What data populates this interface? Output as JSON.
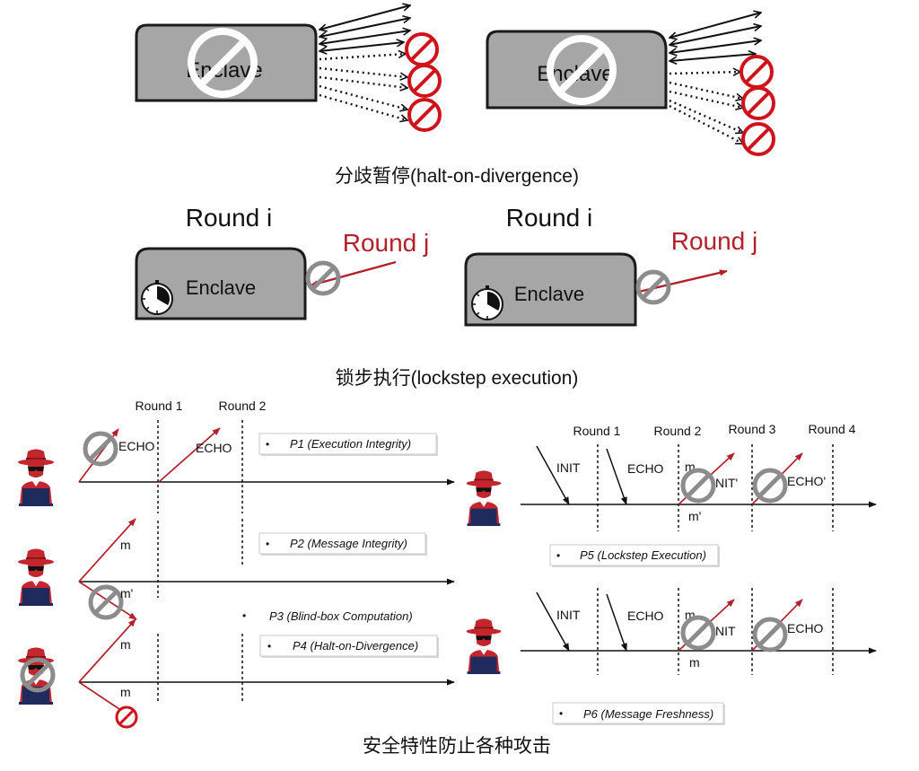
{
  "colors": {
    "enclave_fill": "#a6a6a6",
    "enclave_stroke": "#1a1a1a",
    "attack_red": "#b3202a",
    "prohibit_red": "#d0121b",
    "prohibit_gray": "#8c8c8c",
    "hacker_red": "#c4262e",
    "laptop_navy": "#1e2b5c"
  },
  "icons": [
    "blocked-icon",
    "prohibited-icon",
    "clock-icon",
    "hacker-icon"
  ],
  "halt_on_divergence": {
    "left": {
      "enclave": "Enclave"
    },
    "right": {
      "enclave": "Enclave"
    },
    "caption": "分歧暂停(halt-on-divergence)"
  },
  "lockstep": {
    "left": {
      "round_current": "Round i",
      "round_other": "Round j",
      "enclave": "Enclave"
    },
    "right": {
      "round_current": "Round i",
      "round_other": "Round j",
      "enclave": "Enclave"
    },
    "caption": "锁步执行(lockstep execution)"
  },
  "attacks": {
    "bullet": "•",
    "left": {
      "rounds": [
        "Round 1",
        "Round 2"
      ],
      "scenario_1": {
        "messages": [
          "ECHO",
          "ECHO"
        ],
        "property": "P1 (Execution Integrity)"
      },
      "scenario_2": {
        "messages": [
          "m",
          "m'"
        ],
        "property": "P2 (Message Integrity)"
      },
      "property_p3": "P3 (Blind-box Computation)",
      "scenario_3": {
        "messages": [
          "m",
          "m"
        ],
        "property": "P4 (Halt-on-Divergence)"
      }
    },
    "right": {
      "rounds": [
        "Round 1",
        "Round 2",
        "Round 3",
        "Round 4"
      ],
      "scenario_1": {
        "messages": [
          "INIT",
          "ECHO",
          "m",
          "NIT'",
          "ECHO'",
          "m'"
        ],
        "property": "P5 (Lockstep Execution)"
      },
      "scenario_2": {
        "messages": [
          "INIT",
          "ECHO",
          "m",
          "NIT",
          "ECHO",
          "m"
        ],
        "property": "P6 (Message Freshness)"
      }
    },
    "caption": "安全特性防止各种攻击"
  }
}
